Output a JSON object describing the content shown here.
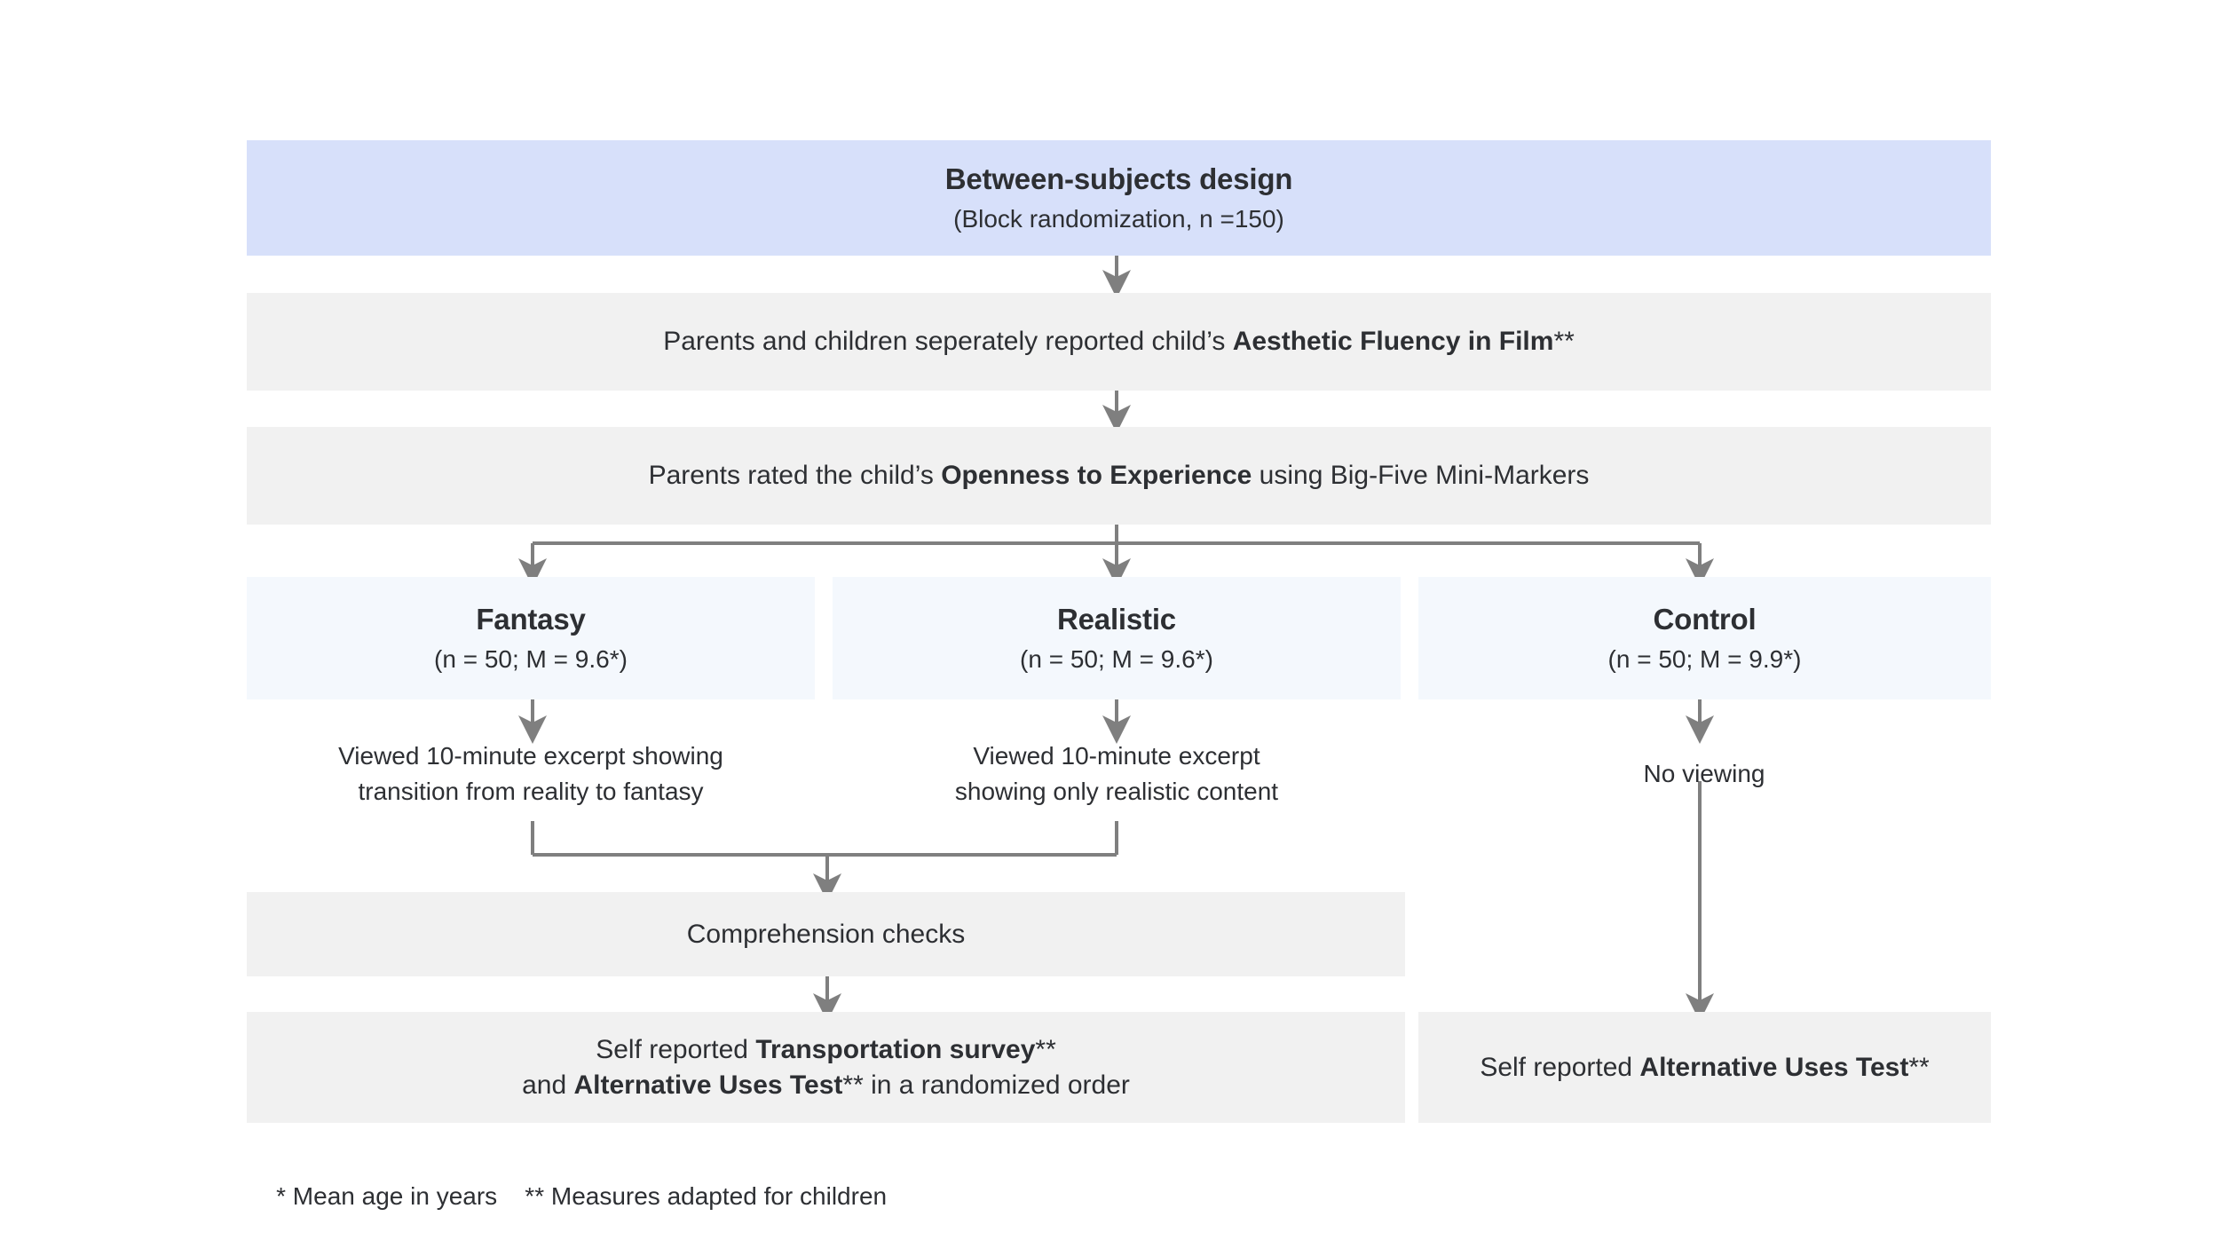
{
  "figure": {
    "type": "flowchart",
    "title": "Between-subjects experimental design flowchart",
    "colors": {
      "design_box_fill": "#d7e0fa",
      "procedure_box_fill": "#f1f1f1",
      "condition_box_fill": "#f4f8fd",
      "connector": "#7f7f7f",
      "text": "#2d2f33",
      "background": "#ffffff"
    }
  },
  "design": {
    "title": "Between-subjects design",
    "subtitle": "(Block randomization, n =150)"
  },
  "steps": {
    "aesthetic_fluency": {
      "pre": "Parents and children seperately reported child’s ",
      "bold": "Aesthetic Fluency in Film",
      "post": "**"
    },
    "openness": {
      "pre": "Parents rated the child’s ",
      "bold": "Openness to Experience",
      "post": " using Big-Five Mini-Markers"
    },
    "comprehension": {
      "label": "Comprehension checks"
    }
  },
  "conditions": [
    {
      "name": "Fantasy",
      "stats": "(n = 50; M = 9.6*)",
      "n": 50,
      "mean_age": 9.6,
      "viewing": "Viewed 10-minute excerpt showing\ntransition from reality to fantasy",
      "viewing_line1": "Viewed 10-minute excerpt showing",
      "viewing_line2": "transition from reality to fantasy"
    },
    {
      "name": "Realistic",
      "stats": "(n = 50; M = 9.6*)",
      "n": 50,
      "mean_age": 9.6,
      "viewing": "Viewed 10-minute excerpt\nshowing only realistic content",
      "viewing_line1": "Viewed 10-minute excerpt",
      "viewing_line2": "showing only realistic content"
    },
    {
      "name": "Control",
      "stats": "(n = 50; M = 9.9*)",
      "n": 50,
      "mean_age": 9.9,
      "viewing": "No viewing",
      "viewing_line1": "No viewing",
      "viewing_line2": ""
    }
  ],
  "outcomes": {
    "experimental": {
      "line1_pre": "Self reported ",
      "line1_bold": "Transportation survey",
      "line1_post": "**",
      "line2_pre": "and ",
      "line2_bold": "Alternative Uses Test",
      "line2_post": "** in a randomized order"
    },
    "control": {
      "pre": "Self reported ",
      "bold": "Alternative Uses Test",
      "post": "**"
    }
  },
  "footnotes": {
    "text": "* Mean age in years    ** Measures adapted for children",
    "star": "* Mean age in years",
    "double_star": "** Measures adapted for children"
  }
}
